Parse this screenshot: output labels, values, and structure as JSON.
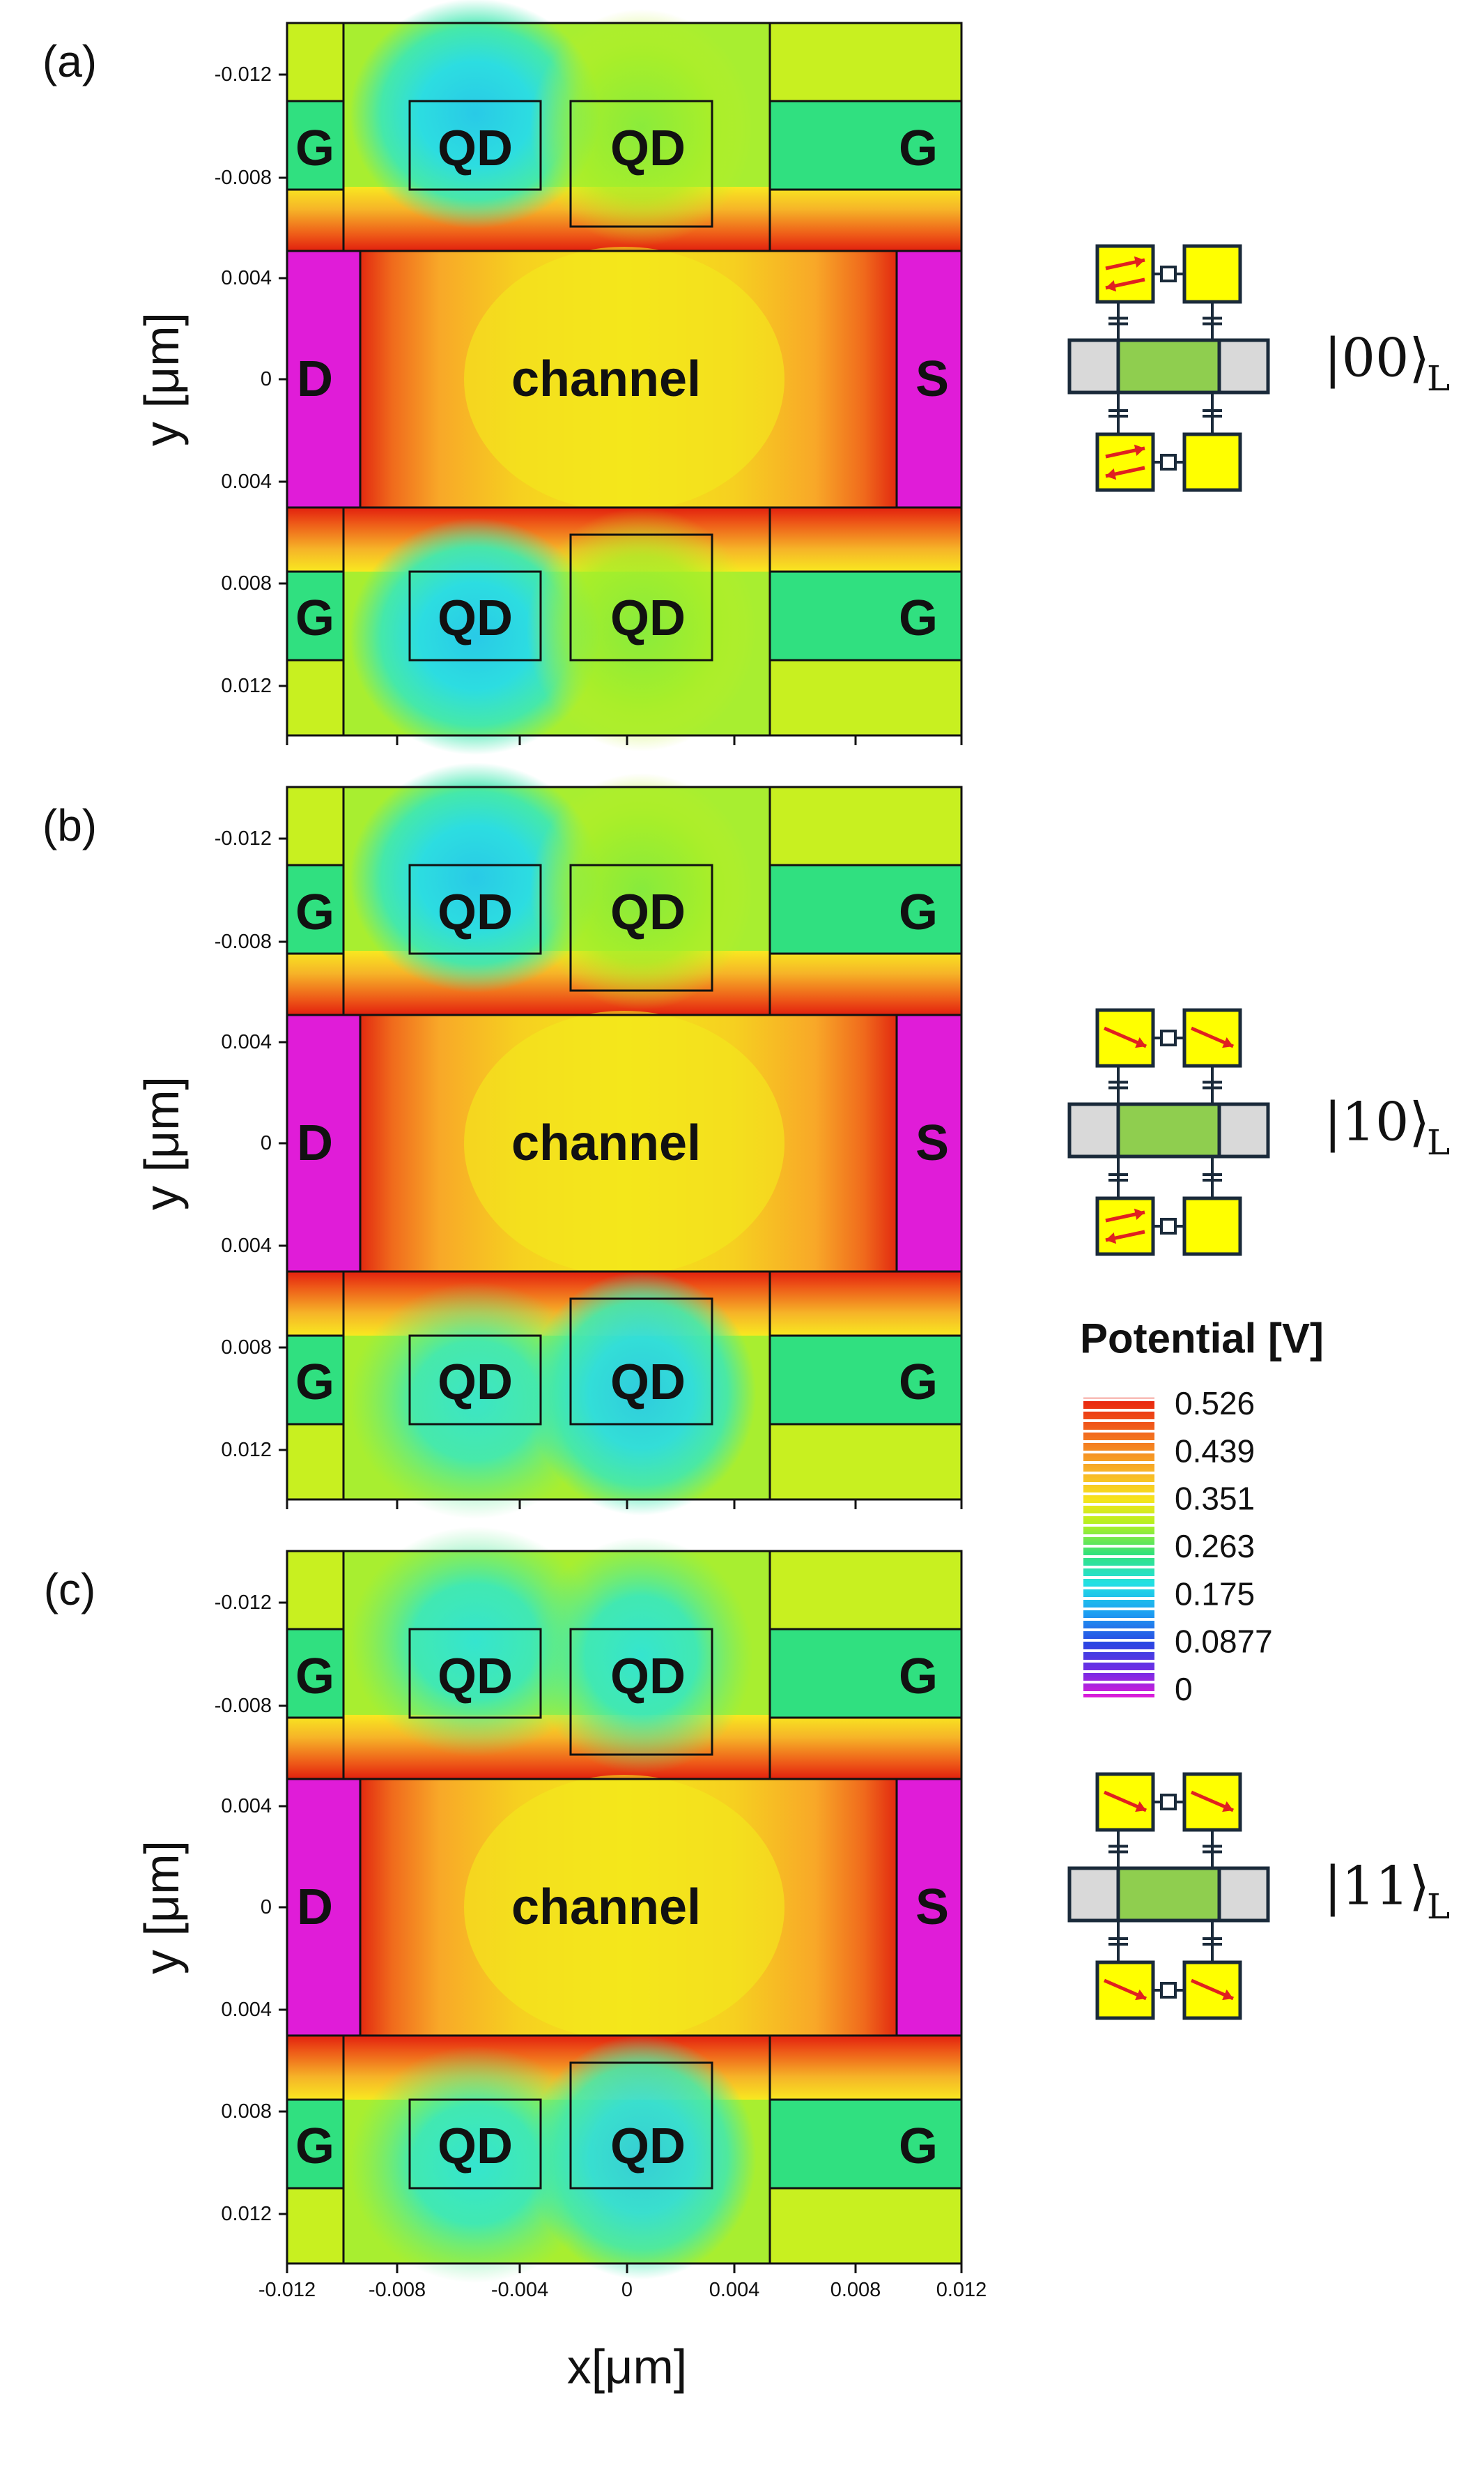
{
  "panels": [
    {
      "label": "(a)",
      "state": "|00⟩",
      "state_sub": "L",
      "y_ticks": [
        "-0.012",
        "-0.008",
        "0.004",
        "0",
        "0.004",
        "0.008",
        "0.012"
      ]
    },
    {
      "label": "(b)",
      "state": "|10⟩",
      "state_sub": "L",
      "y_ticks": [
        "-0.012",
        "-0.008",
        "0.004",
        "0",
        "0.004",
        "0.008",
        "0.012"
      ]
    },
    {
      "label": "(c)",
      "state": "|11⟩",
      "state_sub": "L",
      "y_ticks": [
        "-0.012",
        "-0.008",
        "0.004",
        "0",
        "0.004",
        "0.008",
        "0.012"
      ]
    }
  ],
  "regions": {
    "gate": "G",
    "dot": "QD",
    "drain": "D",
    "source": "S",
    "channel": "channel"
  },
  "axes": {
    "y_title": "y [μm]",
    "x_title": "x[μm]",
    "x_ticks": [
      "-0.012",
      "-0.008",
      "-0.004",
      "0",
      "0.004",
      "0.008",
      "0.012"
    ]
  },
  "colorbar": {
    "title": "Potential [V]",
    "ticks": [
      "0.526",
      "0.439",
      "0.351",
      "0.263",
      "0.175",
      "0.0877",
      "0"
    ],
    "range": [
      0,
      0.526
    ]
  },
  "colors": {
    "magenta": "#e01cd8",
    "red": "#e8301c",
    "orange": "#f59a24",
    "yellow": "#f4e21a",
    "lime": "#b8f020",
    "green": "#30e080",
    "cyan": "#22e0e4",
    "blue": "#2a5ae8",
    "qubit_yellow": "#ffff00",
    "bus_green": "#8fce4f",
    "bus_grey": "#d9d9d9",
    "spin_arrow": "#e02020"
  },
  "icons": {
    "spin_arrow": "red-arrow",
    "coupler": "capacitor-symbol"
  }
}
